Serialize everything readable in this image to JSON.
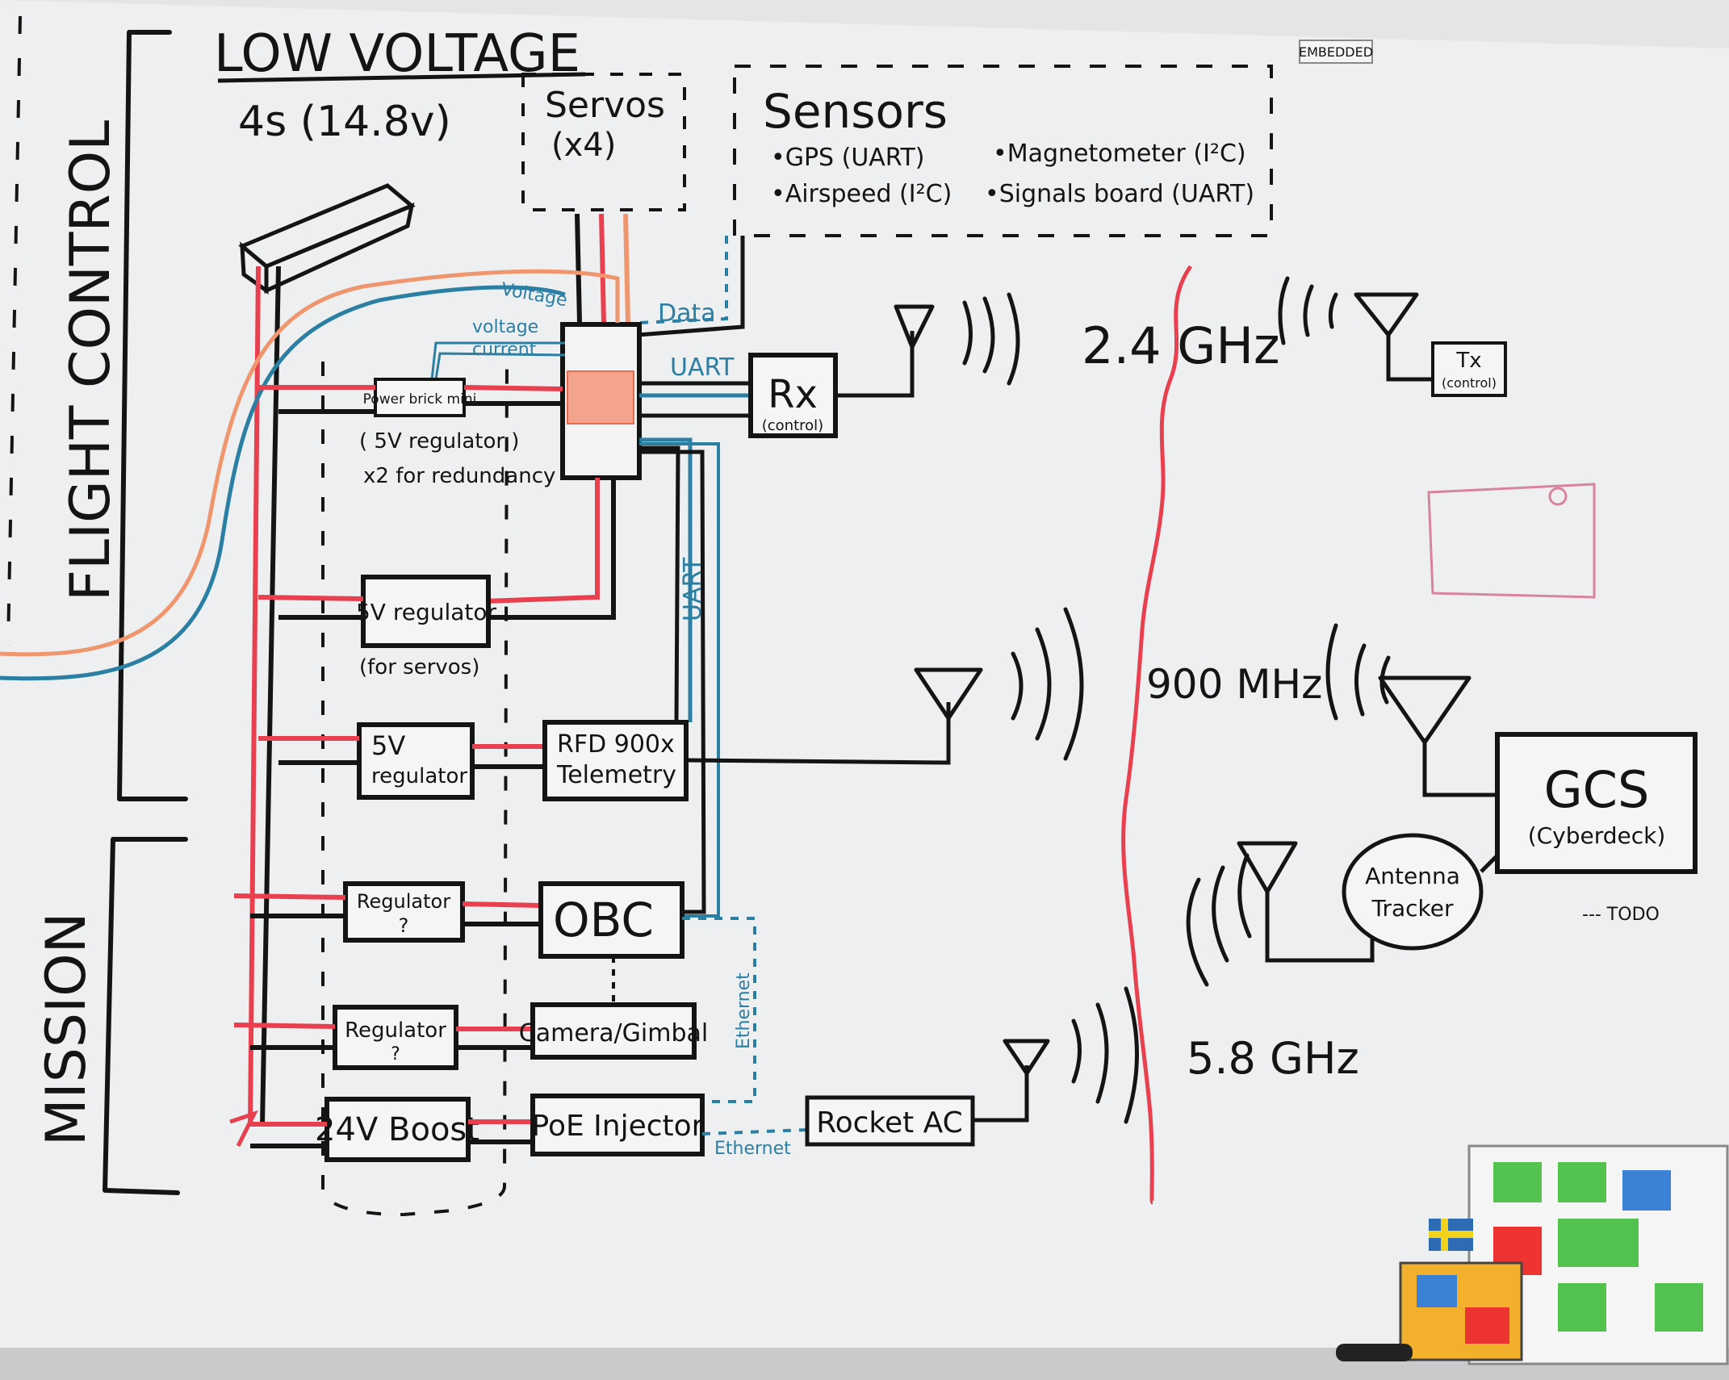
{
  "header": {
    "title": "LOW VOLTAGE",
    "battery": "4s (14.8v)",
    "tag_label": "EMBEDDED"
  },
  "sections": {
    "flight_control": "FLIGHT CONTROL",
    "mission": "MISSION"
  },
  "servos": {
    "label": "Servos",
    "count": "(x4)"
  },
  "sensors": {
    "title": "Sensors",
    "items": [
      "•GPS (UART)",
      "•Airspeed (I²C)",
      "•Magnetometer (I²C)",
      "•Signals board (UART)"
    ]
  },
  "wire_labels": {
    "voltage_top": "Voltage",
    "voltage": "voltage",
    "current": "current",
    "data": "Data",
    "uart_top": "UART",
    "uart_side": "UART",
    "ethernet_vertical": "Ethernet",
    "ethernet_bottom": "Ethernet"
  },
  "components": {
    "power_brick": "Power brick mini",
    "power_brick_note1": "( 5V regulator )",
    "power_brick_note2": "x2 for redundancy",
    "rx": "Rx",
    "rx_sub": "(control)",
    "regulator_servo": "5V regulator",
    "regulator_servo_note": "(for servos)",
    "regulator_rfd_1": "5V",
    "regulator_rfd_2": "regulator",
    "rfd_1": "RFD 900x",
    "rfd_2": "Telemetry",
    "regulator_obc_1": "Regulator",
    "regulator_obc_2": "?",
    "obc": "OBC",
    "regulator_cam_1": "Regulator",
    "regulator_cam_2": "?",
    "camera": "Camera/Gimbal",
    "boost": "24V Boost",
    "poe": "PoE Injector",
    "rocket": "Rocket AC"
  },
  "ground": {
    "tx": "Tx",
    "tx_sub": "(control)",
    "gcs": "GCS",
    "gcs_sub": "(Cyberdeck)",
    "tracker_1": "Antenna",
    "tracker_2": "Tracker",
    "todo": "--- TODO"
  },
  "frequencies": {
    "f1": "2.4 GHz",
    "f2": "900 MHz",
    "f3": "5.8 GHz"
  },
  "colors": {
    "board": "#eeeff0",
    "ink_black": "#141414",
    "ink_red": "#e8404f",
    "ink_blue": "#2b7fa3",
    "ink_orange": "#f0966e",
    "ink_pink": "#d9839e"
  }
}
